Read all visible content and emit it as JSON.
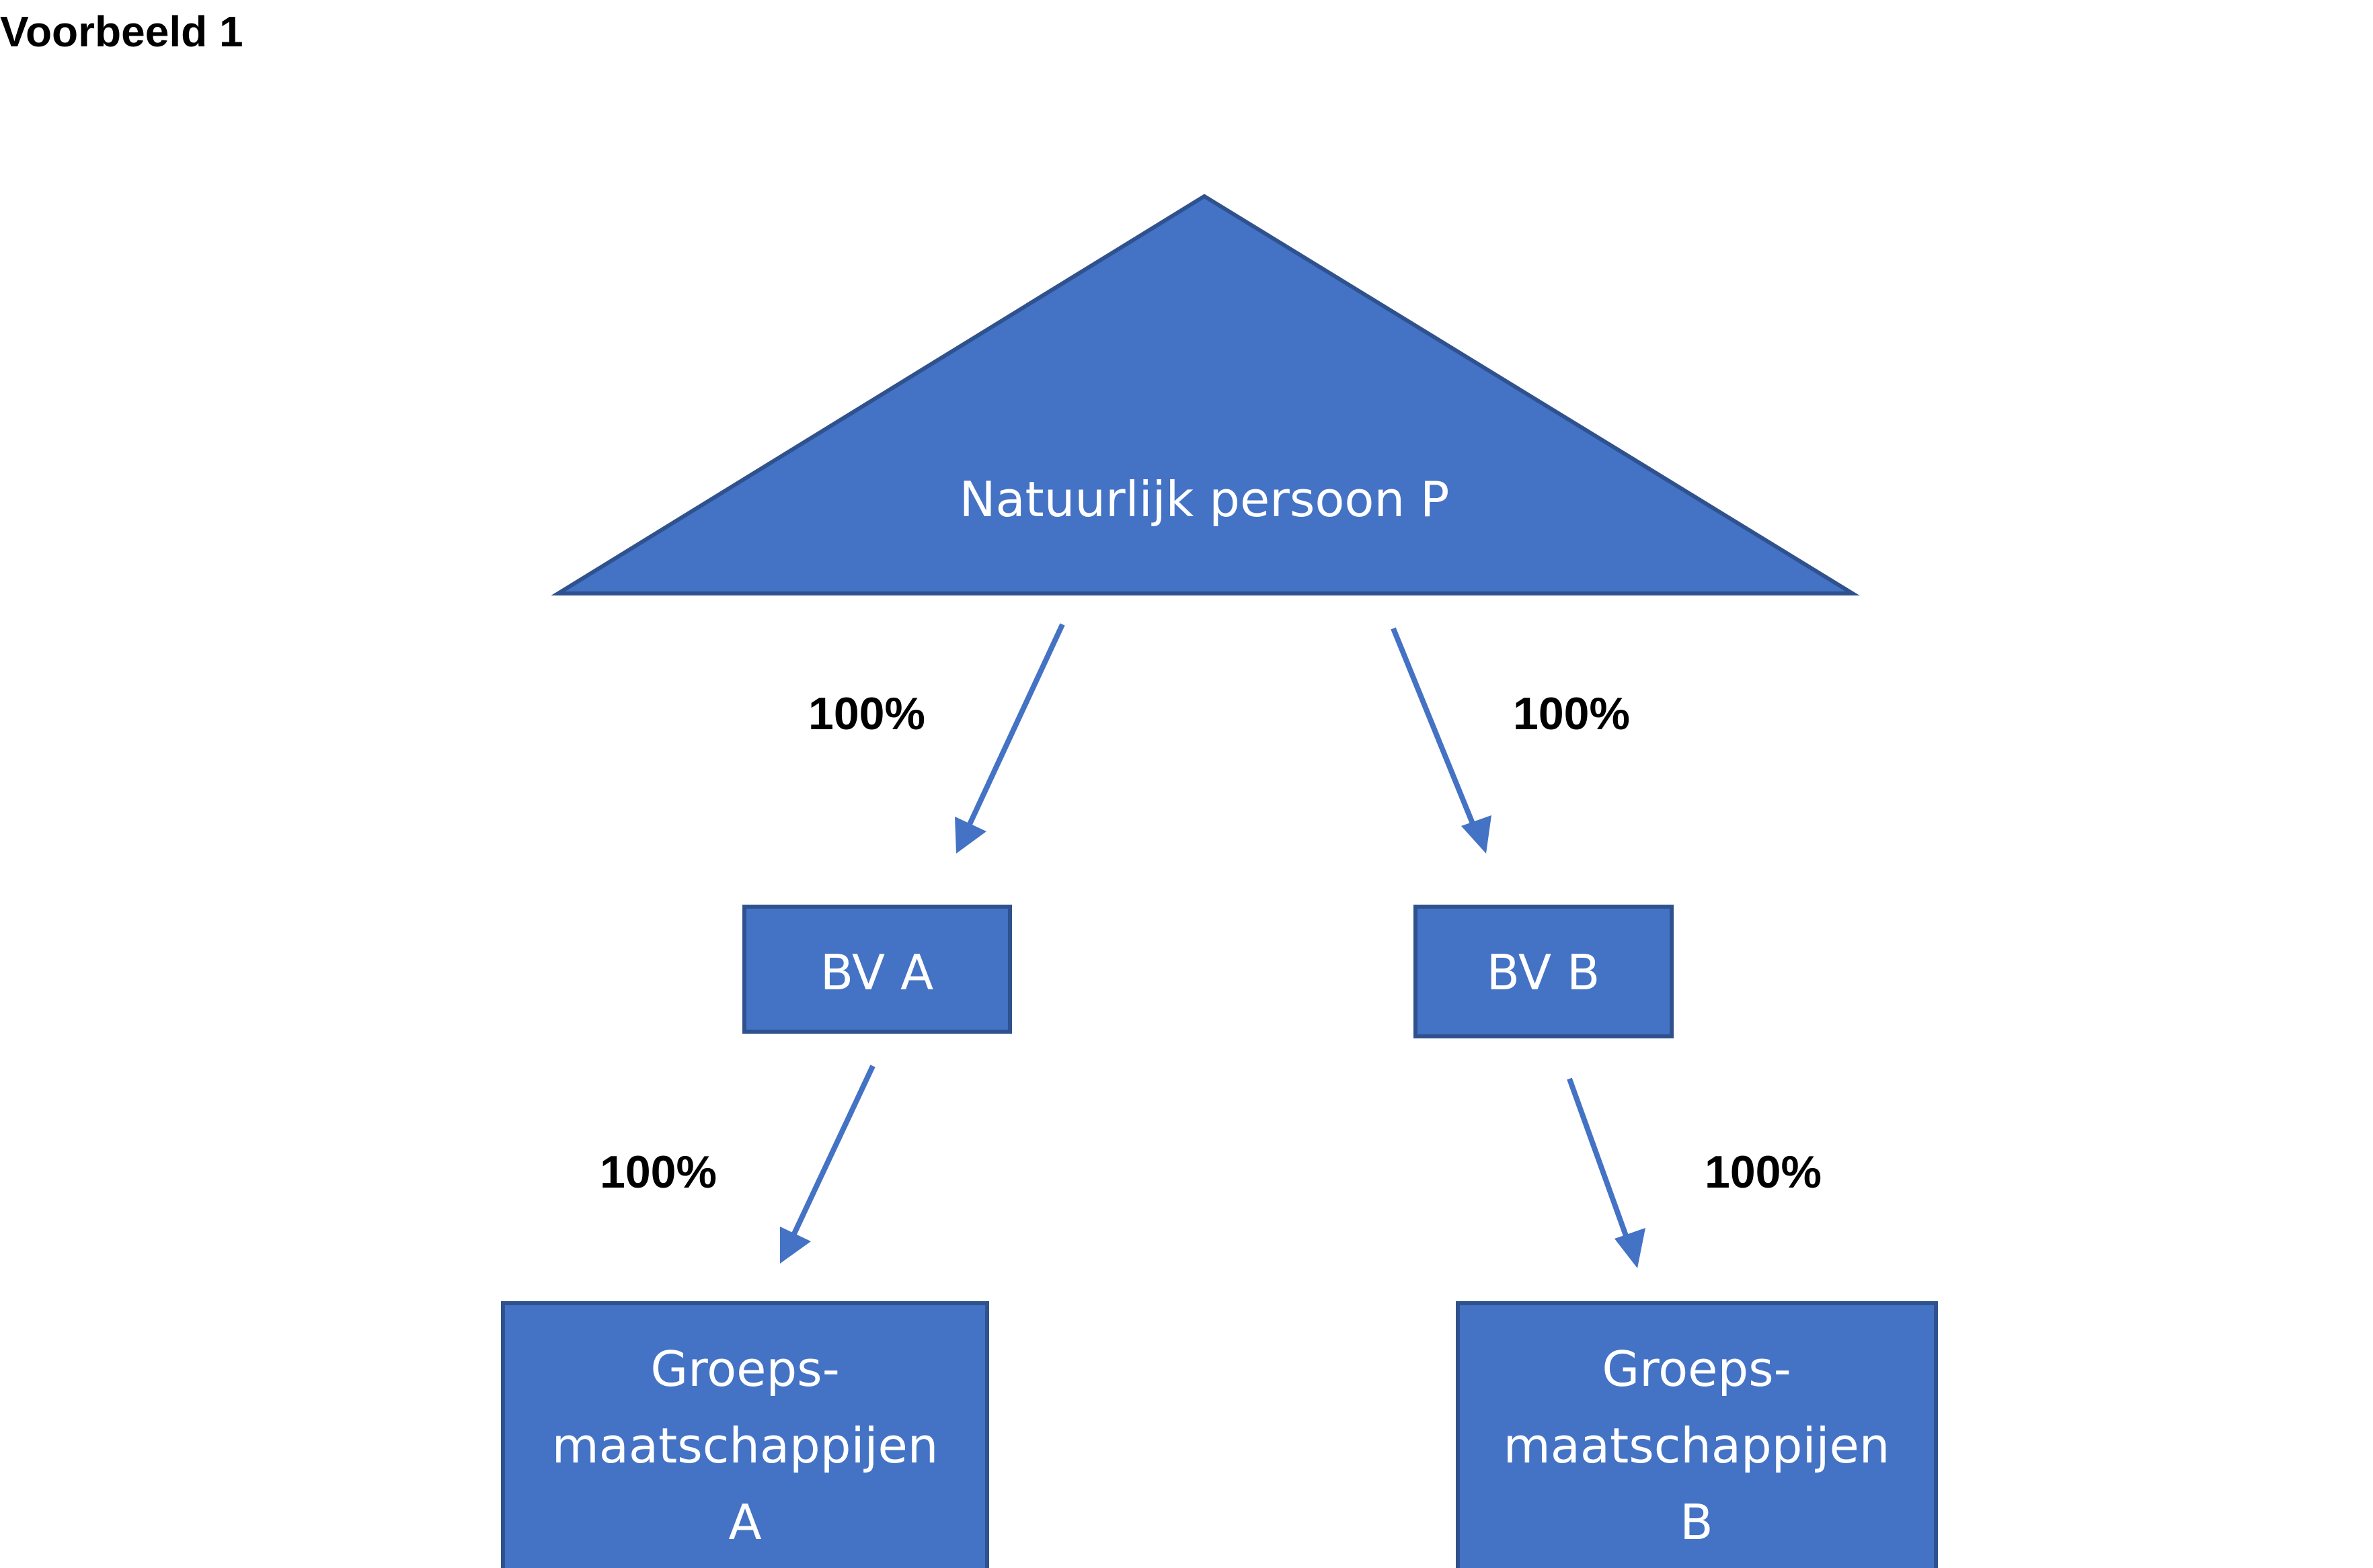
{
  "heading": "Voorbeeld 1",
  "colors": {
    "node_fill": "#4472C4",
    "node_stroke": "#2F528F",
    "arrow": "#4472C4",
    "node_text": "#ffffff",
    "label_text": "#000000"
  },
  "nodes": {
    "person": {
      "label": "Natuurlijk persoon P",
      "shape": "triangle"
    },
    "bv_a": {
      "label": "BV A",
      "shape": "rectangle"
    },
    "bv_b": {
      "label": "BV B",
      "shape": "rectangle"
    },
    "group_a": {
      "lines": [
        "Groeps-",
        "maatschappijen",
        "A"
      ],
      "shape": "rectangle"
    },
    "group_b": {
      "lines": [
        "Groeps-",
        "maatschappijen",
        "B"
      ],
      "shape": "rectangle"
    }
  },
  "edges": [
    {
      "from": "person",
      "to": "bv_a",
      "label": "100%"
    },
    {
      "from": "person",
      "to": "bv_b",
      "label": "100%"
    },
    {
      "from": "bv_a",
      "to": "group_a",
      "label": "100%"
    },
    {
      "from": "bv_b",
      "to": "group_b",
      "label": "100%"
    }
  ]
}
